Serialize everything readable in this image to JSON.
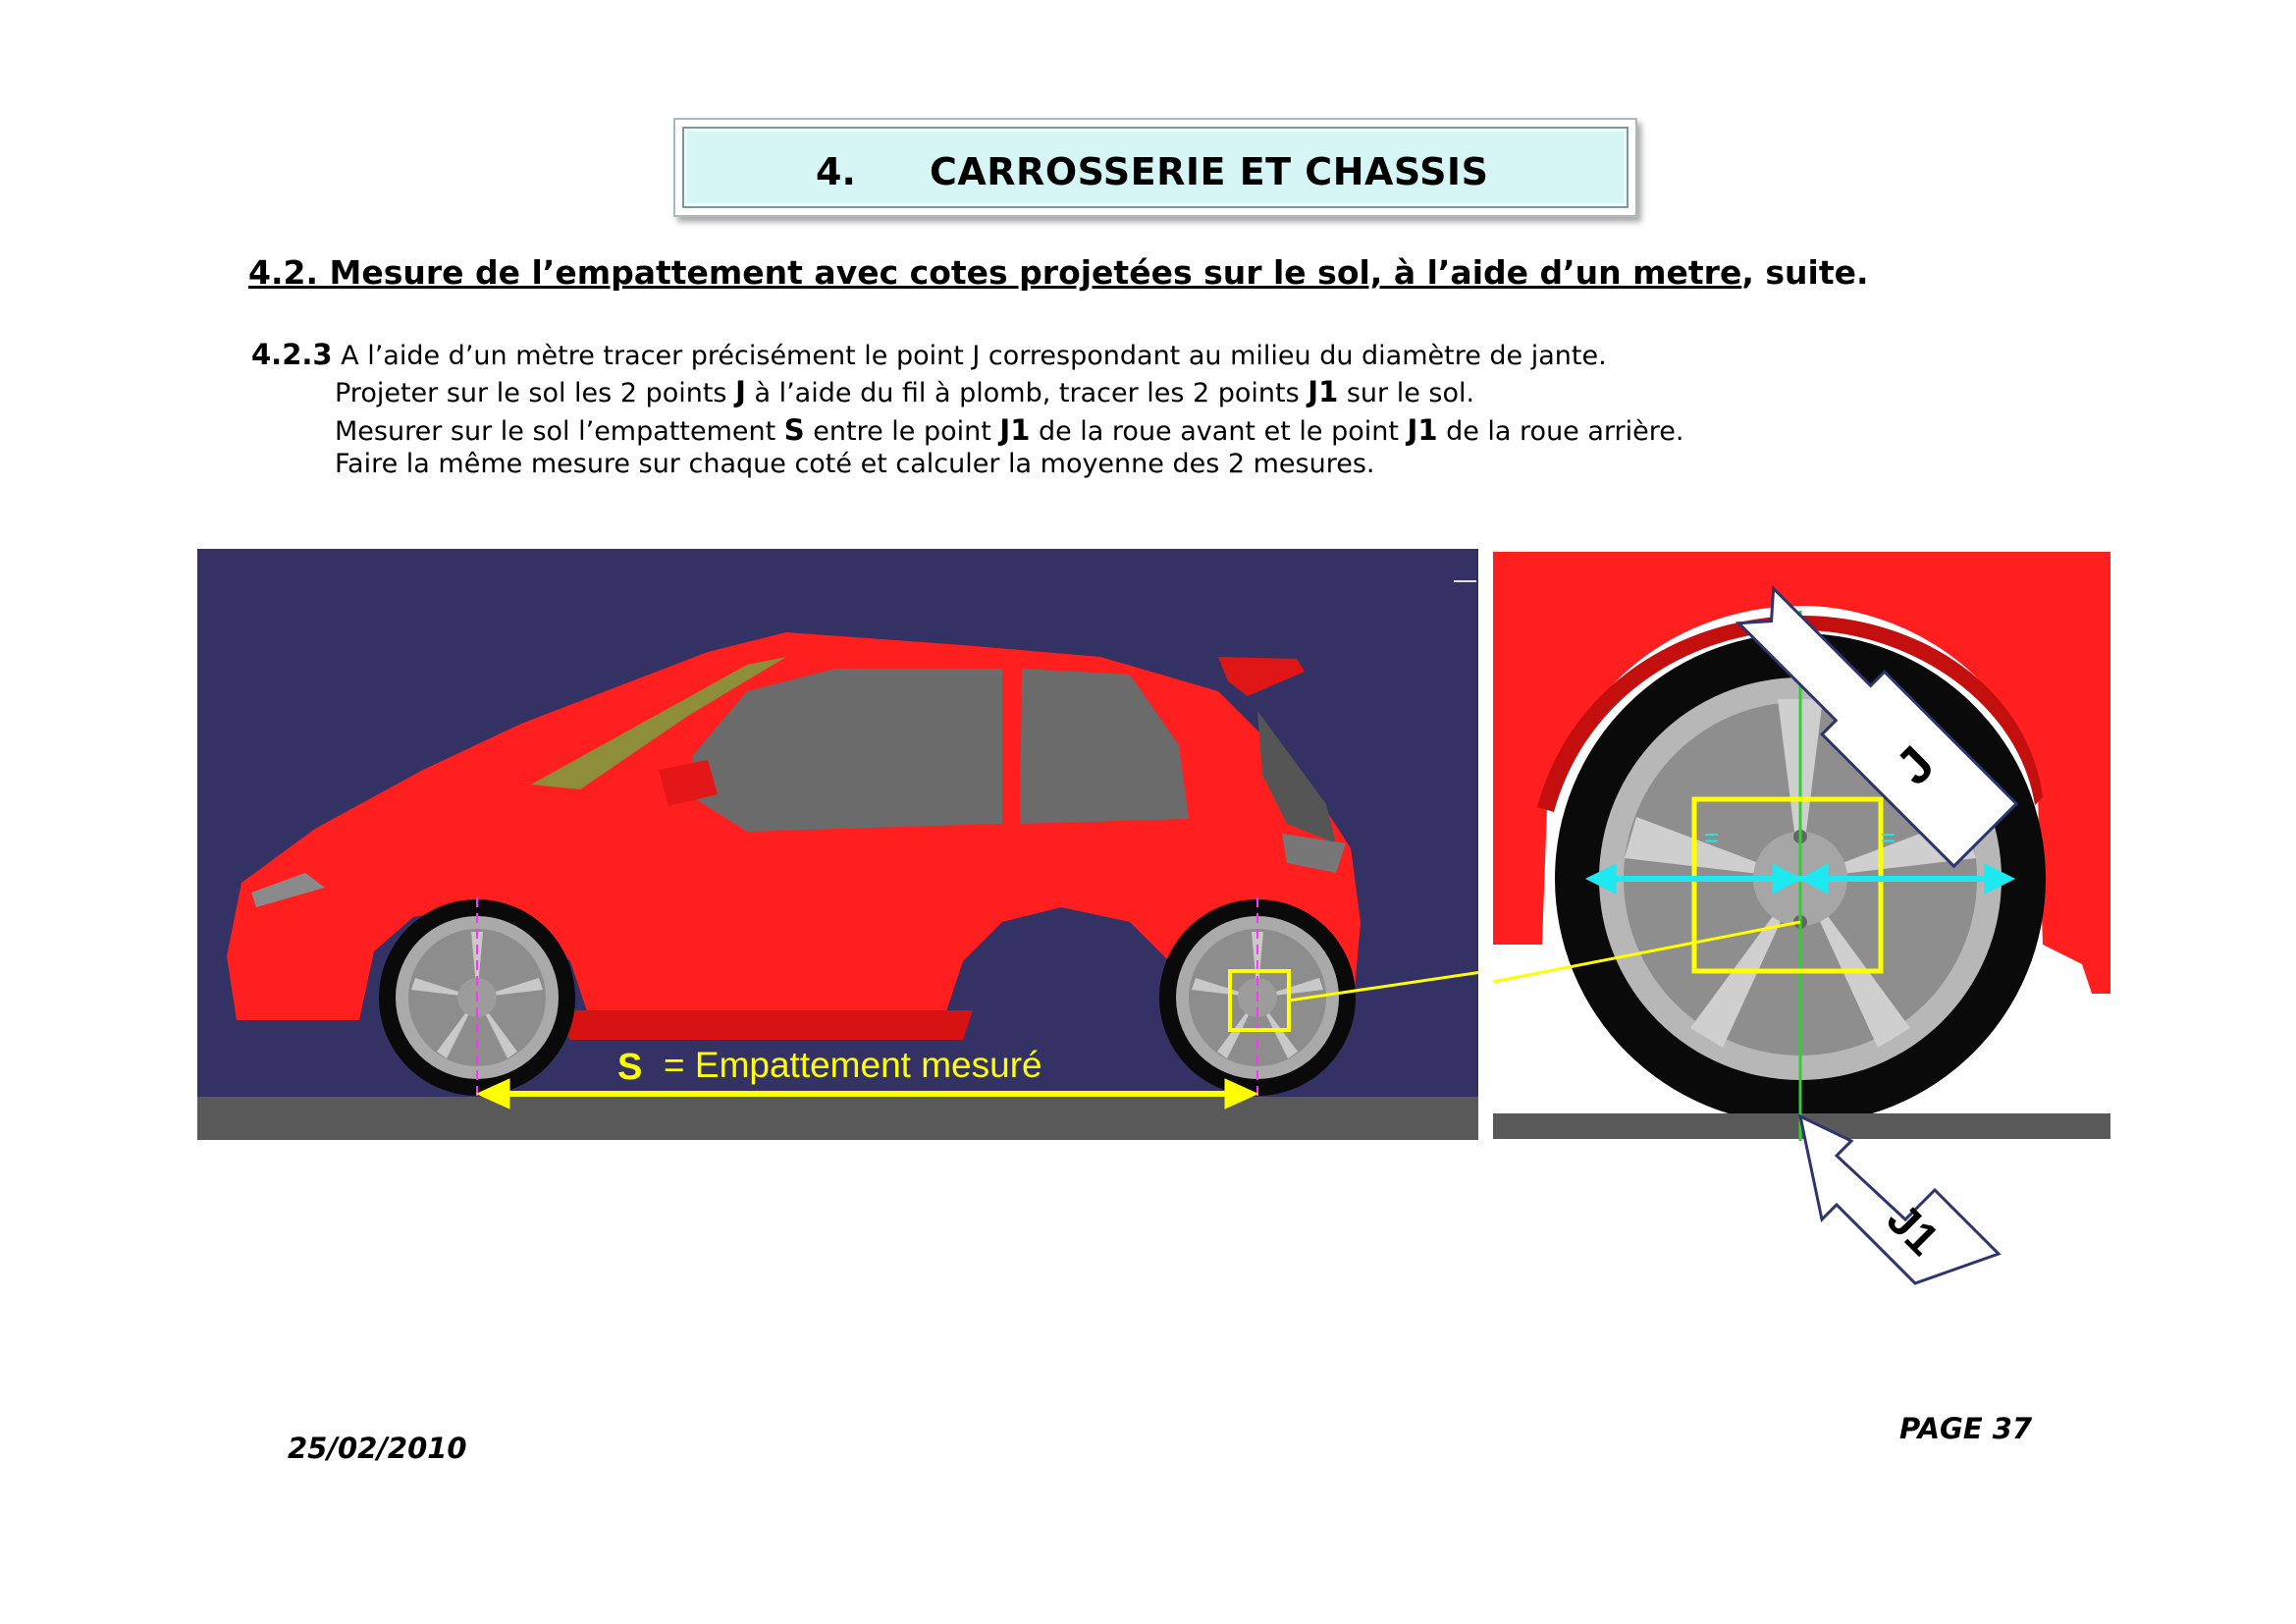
{
  "header": {
    "number": "4.",
    "title": "CARROSSERIE ET CHASSIS"
  },
  "section": {
    "title_underlined": "4.2. Mesure de l’empattement avec cotes projetées sur le sol, à l’aide d’un metre",
    "title_tail": ", suite."
  },
  "body": {
    "p1_num": "4.2.3",
    "p1_text": " A l’aide d’un mètre tracer précisément le point J correspondant au milieu du diamètre de jante.",
    "p2_a": "Projeter sur le sol les 2 points ",
    "p2_b": "J",
    "p2_c": " à l’aide du fil à plomb, tracer les 2 points ",
    "p2_d": "J1",
    "p2_e": " sur le sol.",
    "p3_a": "Mesurer sur le sol l’empattement ",
    "p3_b": "S",
    "p3_c": " entre le point ",
    "p3_d": "J1",
    "p3_e": " de la roue avant et le point ",
    "p3_f": "J1",
    "p3_g": " de la roue arrière.",
    "p4": "Faire la même mesure sur chaque coté et calculer la moyenne des 2 mesures."
  },
  "figure_left": {
    "s_letter": "S",
    "s_label": "= Empattement mesuré"
  },
  "figure_right": {
    "label_j": "J",
    "label_j1": "J1",
    "equal_sign": "="
  },
  "footer": {
    "date": "25/02/2010",
    "page": "PAGE 37"
  },
  "colors": {
    "car_red": "#ff1f1f",
    "sky": "#343264",
    "ground": "#595959",
    "annotation_yellow": "#ffff00",
    "cyan": "#1ee8f0",
    "header_fill": "#d6f6f6"
  }
}
